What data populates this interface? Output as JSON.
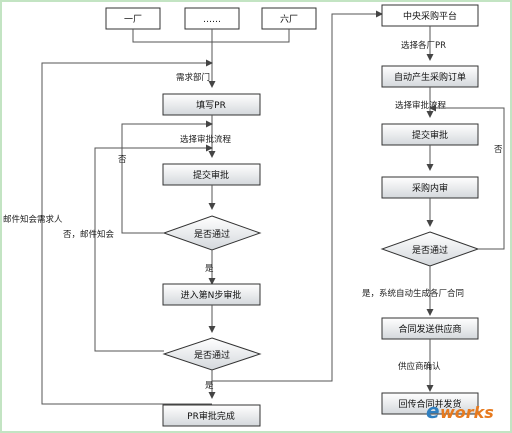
{
  "factories": [
    "一厂",
    "……",
    "六厂"
  ],
  "left": {
    "demand_dept": "需求部门",
    "fill_pr": "填写PR",
    "select_flow": "选择审批流程",
    "submit": "提交审批",
    "pass1": "是否通过",
    "no1": "否",
    "no_email": "否，邮件知会",
    "email_requester": "邮件知会需求人",
    "yes1": "是",
    "step_n": "进入第N步审批",
    "pass2": "是否通过",
    "yes2": "是",
    "done": "PR审批完成"
  },
  "right": {
    "platform": "中央采购平台",
    "select_pr": "选择各厂PR",
    "auto_po": "自动产生采购订单",
    "select_flow": "选择审批流程",
    "submit": "提交审批",
    "internal": "采购内审",
    "pass": "是否通过",
    "no": "否",
    "yes_contract": "是，系统自动生成各厂合同",
    "send": "合同发送供应商",
    "confirm": "供应商确认",
    "return": "回传合同并发货"
  },
  "watermark": {
    "part1": "e",
    "part2": "works"
  }
}
